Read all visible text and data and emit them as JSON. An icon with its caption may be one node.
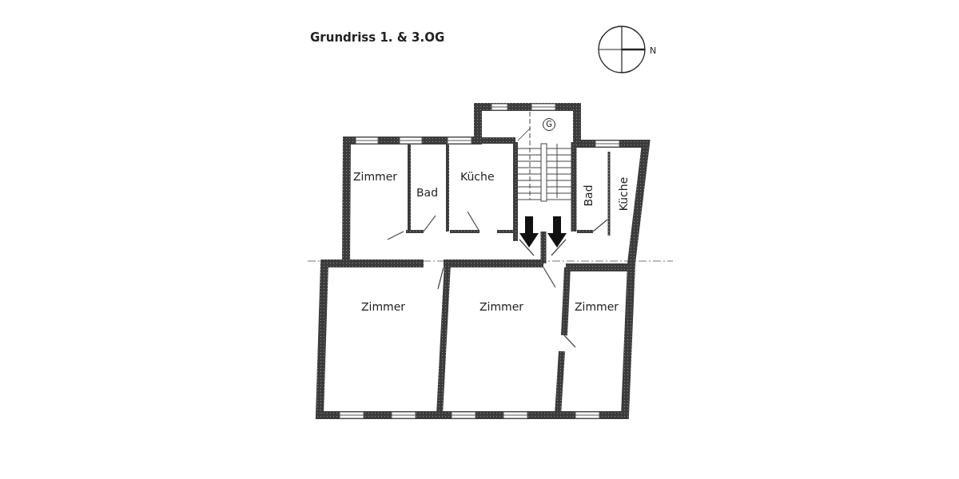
{
  "diagram": {
    "title": "Grundriss 1. & 3.OG",
    "nodes": [
      {
        "text": [
          "Zimmer"
        ]
      },
      {
        "text": [
          "Bad"
        ]
      },
      {
        "text": [
          "Küche"
        ]
      },
      {
        "text": [
          "Bad"
        ]
      },
      {
        "text": [
          "Küche"
        ]
      },
      {
        "text": [
          "Zimmer"
        ]
      },
      {
        "text": [
          "Zimmer"
        ]
      },
      {
        "text": [
          "Zimmer"
        ]
      }
    ],
    "labels": [
      "G",
      "N"
    ]
  }
}
